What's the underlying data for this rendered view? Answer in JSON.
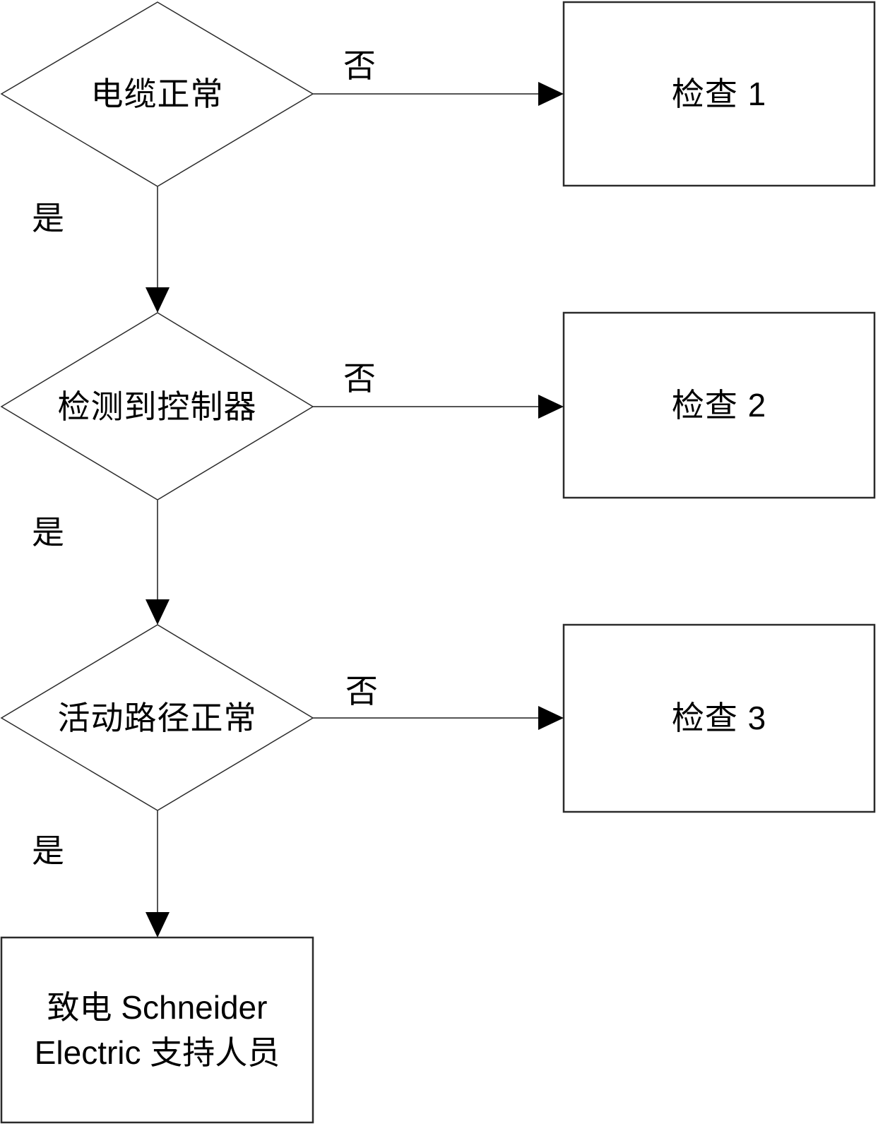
{
  "diagram": {
    "title": "troubleshooting-flowchart",
    "decisions": [
      {
        "label": "电缆正常"
      },
      {
        "label": "检测到控制器"
      },
      {
        "label": "活动路径正常"
      }
    ],
    "checks": [
      {
        "label": "检查 1"
      },
      {
        "label": "检查 2"
      },
      {
        "label": "检查 3"
      }
    ],
    "final": {
      "label": "致电 Schneider Electric 支持人员",
      "line1": "致电 Schneider",
      "line2": "Electric 支持人员"
    },
    "edge_labels": {
      "yes": "是",
      "no": "否"
    },
    "colors": {
      "background": "#ffffff",
      "shape_stroke": "#2b2b2b",
      "line_stroke": "#555555",
      "arrow_fill": "#000000",
      "text": "#000000"
    }
  }
}
